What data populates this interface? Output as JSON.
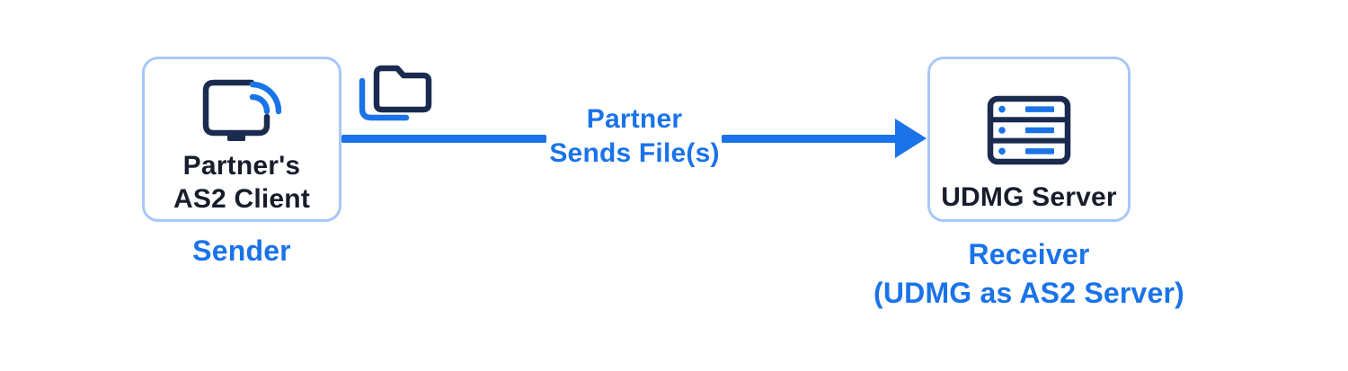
{
  "diagram": {
    "background": "#ffffff",
    "colors": {
      "accent_blue": "#1a73e8",
      "icon_navy": "#1b2b4f",
      "box_border_blue": "#a8c7fa",
      "title_dark": "#171d2b"
    },
    "sender": {
      "icon": "monitor-cast-icon",
      "title_line1": "Partner's",
      "title_line2": "AS2 Client",
      "caption": "Sender"
    },
    "transfer": {
      "icon": "folders-icon",
      "label_line1": "Partner",
      "label_line2": "Sends File(s)",
      "direction": "left-to-right"
    },
    "receiver": {
      "icon": "server-icon",
      "title": "UDMG Server",
      "caption_line1": "Receiver",
      "caption_line2": "(UDMG as AS2 Server)"
    }
  }
}
